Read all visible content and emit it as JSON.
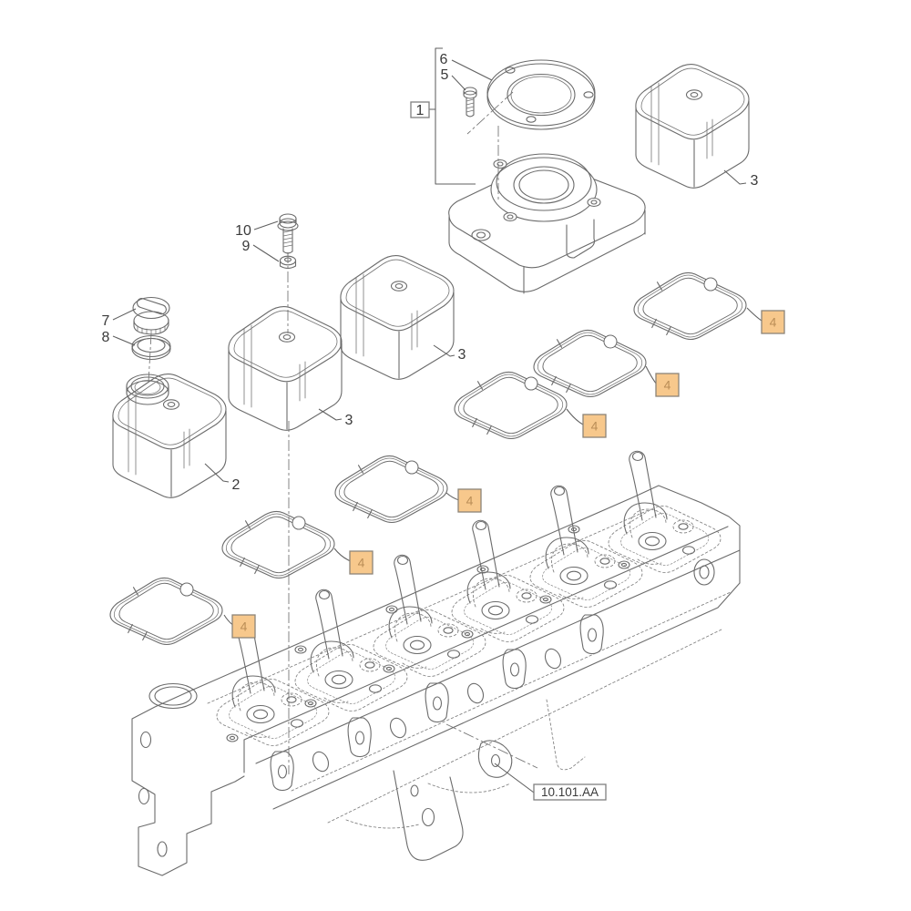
{
  "diagram": {
    "kind": "exploded-parts-diagram",
    "background": "#ffffff",
    "line_color": "#6b6b6b",
    "label_color": "#3a3a3a"
  },
  "callouts": {
    "assembly_group": "1",
    "cover_with_filler": "2",
    "cover": "3",
    "gasket": "4",
    "screw": "5",
    "flange": "6",
    "filler_cap": "7",
    "seal_ring": "8",
    "washer": "9",
    "bolt": "10"
  },
  "reference_box": {
    "code": "10.101.AA"
  },
  "highlight": {
    "fill": "#f7c88c",
    "border": "#8c8478",
    "text_color": "#bb8e57"
  }
}
